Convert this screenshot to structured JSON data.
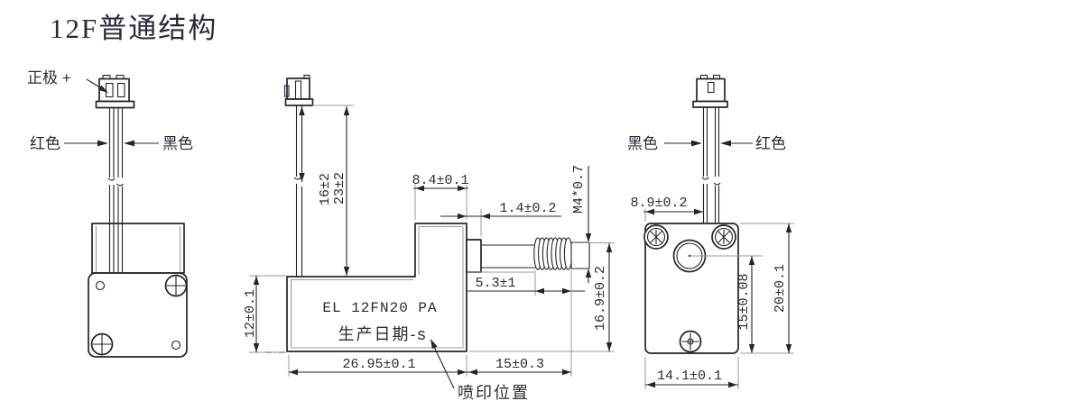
{
  "title": "12F普通结构",
  "left_view": {
    "positive_label": "正极 +",
    "red_label": "红色",
    "black_label": "黑色"
  },
  "middle_view": {
    "dim_wire_16": "16±2",
    "dim_wire_23": "23±2",
    "dim_step_width": "8.4±0.1",
    "dim_collar": "1.4±0.2",
    "thread_spec": "M4*0.7",
    "dim_thread_len": "5.3±1",
    "dim_body_height": "12±0.1",
    "dim_shaft_height": "16.9±0.2",
    "dim_body_width": "26.95±0.1",
    "dim_shaft_extension": "15±0.3",
    "marking_line1": "EL 12FN20 PA",
    "marking_line2": "生产日期-s",
    "print_position_label": "喷印位置"
  },
  "right_view": {
    "black_label": "黑色",
    "red_label": "红色",
    "dim_wire_offset": "8.9±0.2",
    "dim_hole_to_bottom": "15±0.08",
    "dim_height": "20±0.1",
    "dim_width": "14.1±0.1"
  },
  "colors": {
    "line": "#23232f",
    "extension": "#9898a2",
    "text": "#2a2a38",
    "background": "#ffffff"
  }
}
